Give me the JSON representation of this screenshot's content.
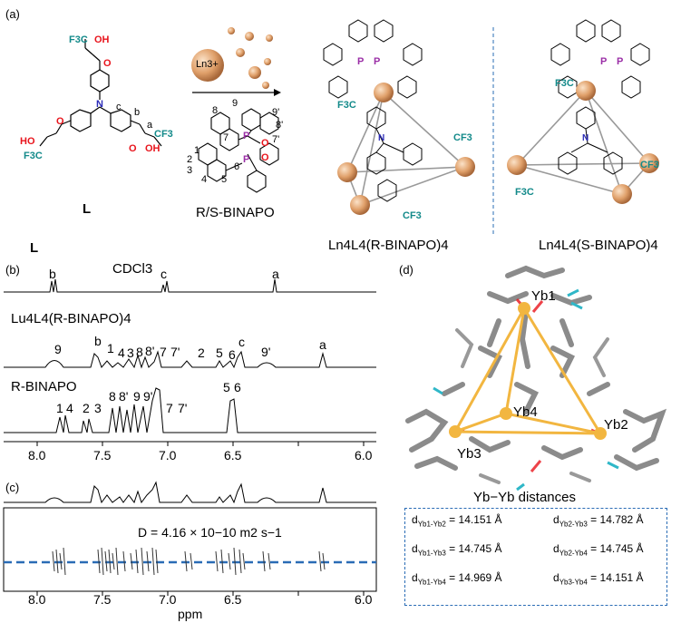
{
  "panels": {
    "a": "(a)",
    "b": "(b)",
    "c": "(c)",
    "d": "(d)"
  },
  "panel_a": {
    "ligand_name": "L",
    "ligand_side_label": "L",
    "ion_label": "Ln3+",
    "arrow_number": "9",
    "binapo_label": "R/S-BINAPO",
    "complex_r": "Ln4L4(R-BINAPO)4",
    "complex_s": "Ln4L4(S-BINAPO)4",
    "ligand_letters": [
      "c",
      "b",
      "a",
      "N"
    ],
    "cf3": "CF3",
    "f3c": "F3C",
    "oh": "OH",
    "ho": "HO",
    "o": "O",
    "p": "P",
    "binapo_numbers": [
      "1",
      "2",
      "3",
      "4",
      "5",
      "6",
      "7",
      "7'",
      "8",
      "8'",
      "9",
      "9'"
    ]
  },
  "panel_b": {
    "spectra": [
      {
        "name": "CDCl3",
        "peaks": [
          "b",
          "c",
          "a"
        ]
      },
      {
        "name": "Lu4L4(R-BINAPO)4",
        "peaks": [
          "9",
          "b",
          "1",
          "4",
          "3",
          "8",
          "8'",
          "7",
          "7'",
          "2",
          "5",
          "6",
          "c",
          "9'",
          "a"
        ]
      },
      {
        "name": "R-BINAPO",
        "peaks": [
          "1",
          "4",
          "2",
          "3",
          "8",
          "8'",
          "9",
          "9'",
          "7",
          "7'",
          "5",
          "6"
        ]
      }
    ],
    "xticks": [
      "8.0",
      "7.5",
      "7.0",
      "6.5",
      "6.0"
    ]
  },
  "panel_c": {
    "diffusion": "D = 4.16 × 10−10 m2 s−1",
    "xticks": [
      "8.0",
      "7.5",
      "7.0",
      "6.5",
      "6.0"
    ],
    "xlabel": "ppm"
  },
  "panel_d": {
    "atoms": [
      "Yb1",
      "Yb2",
      "Yb3",
      "Yb4"
    ],
    "title": "Yb−Yb distances",
    "distances": [
      {
        "label": "Yb1-Yb2",
        "value": "= 14.151 Å"
      },
      {
        "label": "Yb2-Yb3",
        "value": "= 14.782 Å"
      },
      {
        "label": "Yb1-Yb3",
        "value": "= 14.745 Å"
      },
      {
        "label": "Yb2-Yb4",
        "value": "= 14.745 Å"
      },
      {
        "label": "Yb1-Yb4",
        "value": "= 14.969 Å"
      },
      {
        "label": "Yb3-Yb4",
        "value": "= 14.151 Å"
      }
    ]
  },
  "colors": {
    "red": "#e8141c",
    "teal": "#138a8a",
    "blue": "#2b2bb8",
    "purple": "#9b2fa7",
    "sphere": "#e0a06a",
    "gold": "#f2b640",
    "dashed": "#2a6cb5"
  }
}
